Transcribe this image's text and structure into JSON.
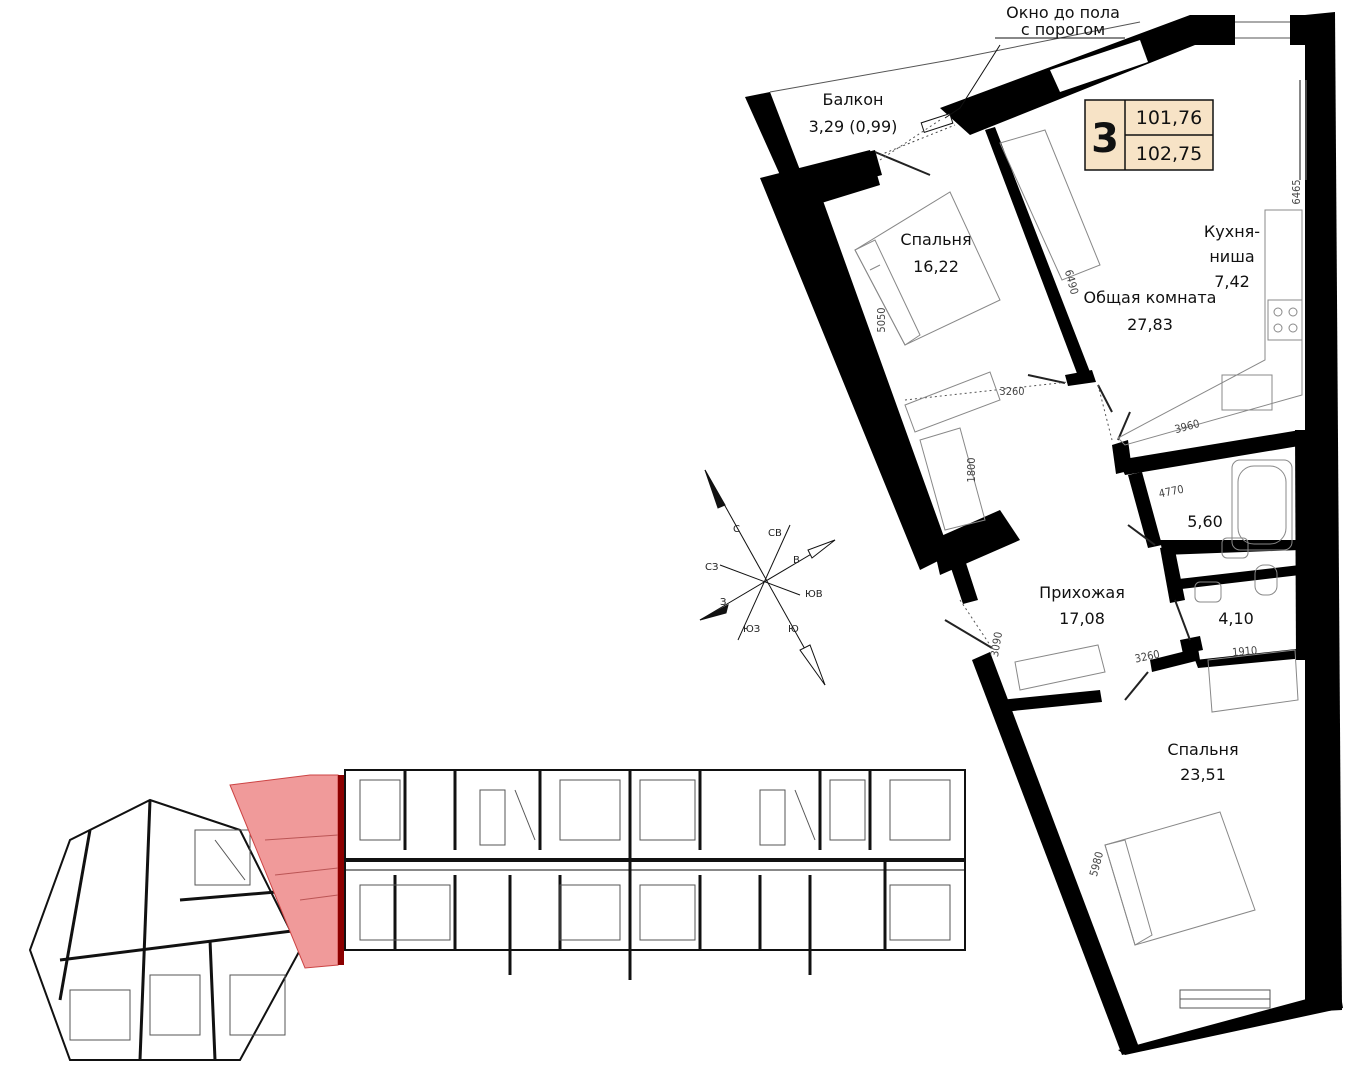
{
  "apartment": {
    "rooms_count": "3",
    "area_total": "101,76",
    "area_with_balcony": "102,75",
    "badge_color": "#f7e3c6"
  },
  "callout": {
    "line1": "Окно до пола",
    "line2": "с порогом"
  },
  "rooms": [
    {
      "name": "Балкон",
      "area": "3,29 (0,99)"
    },
    {
      "name": "Спальня",
      "area": "16,22"
    },
    {
      "name": "Кухня-",
      "name2": "ниша",
      "area": "7,42"
    },
    {
      "name": "Общая комната",
      "area": "27,83"
    },
    {
      "name": "",
      "area": "5,60"
    },
    {
      "name": "",
      "area": "4,10"
    },
    {
      "name": "Прихожая",
      "area": "17,08"
    },
    {
      "name": "Спальня",
      "area": "23,51"
    }
  ],
  "dimensions": [
    "6465",
    "6490",
    "5050",
    "3260",
    "3960",
    "1800",
    "4770",
    "3090",
    "3260",
    "1910",
    "5980"
  ],
  "compass": {
    "n": "С",
    "ne": "СВ",
    "e": "В",
    "se": "ЮВ",
    "s": "Ю",
    "sw": "ЮЗ",
    "w": "З",
    "nw": "СЗ"
  },
  "highlight_color": "#f09a9a"
}
